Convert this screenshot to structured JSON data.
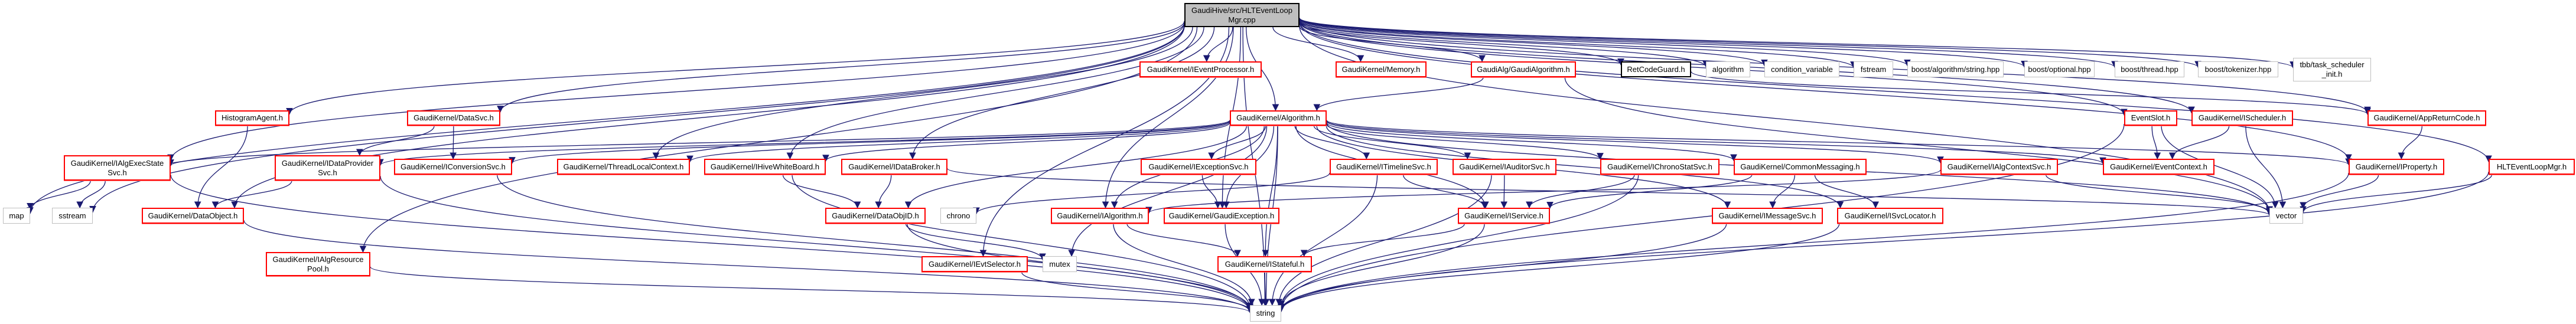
{
  "title": "Include dependency graph for HLTEventLoopMgr.cpp",
  "colors": {
    "edge": "#191970",
    "link_border": "#ff0000",
    "system_border": "#bfbfbf",
    "root_fill": "#bfbfbf"
  },
  "nodes": {
    "root": {
      "label": "GaudiHive/src/HLTEventLoop\nMgr.cpp",
      "kind": "root"
    },
    "IEventProcessor": {
      "label": "GaudiKernel/IEventProcessor.h",
      "kind": "red"
    },
    "Memory": {
      "label": "GaudiKernel/Memory.h",
      "kind": "red"
    },
    "GaudiAlgorithm": {
      "label": "GaudiAlg/GaudiAlgorithm.h",
      "kind": "red"
    },
    "RetCodeGuard": {
      "label": "RetCodeGuard.h",
      "kind": "black"
    },
    "algorithm": {
      "label": "algorithm",
      "kind": "gray"
    },
    "condition_variable": {
      "label": "condition_variable",
      "kind": "gray"
    },
    "fstream": {
      "label": "fstream",
      "kind": "gray"
    },
    "boost_string": {
      "label": "boost/algorithm/string.hpp",
      "kind": "gray"
    },
    "boost_optional": {
      "label": "boost/optional.hpp",
      "kind": "gray"
    },
    "boost_thread": {
      "label": "boost/thread.hpp",
      "kind": "gray"
    },
    "boost_tokenizer": {
      "label": "boost/tokenizer.hpp",
      "kind": "gray"
    },
    "tbb": {
      "label": "tbb/task_scheduler\n_init.h",
      "kind": "gray"
    },
    "HistogramAgent": {
      "label": "HistogramAgent.h",
      "kind": "red"
    },
    "DataSvc": {
      "label": "GaudiKernel/DataSvc.h",
      "kind": "red"
    },
    "Algorithm": {
      "label": "GaudiKernel/Algorithm.h",
      "kind": "red"
    },
    "EventSlot": {
      "label": "EventSlot.h",
      "kind": "red"
    },
    "IScheduler": {
      "label": "GaudiKernel/IScheduler.h",
      "kind": "red"
    },
    "AppReturnCode": {
      "label": "GaudiKernel/AppReturnCode.h",
      "kind": "red"
    },
    "IAlgExecStateSvc": {
      "label": "GaudiKernel/IAlgExecState\nSvc.h",
      "kind": "red"
    },
    "IDataProviderSvc": {
      "label": "GaudiKernel/IDataProvider\nSvc.h",
      "kind": "red"
    },
    "IConversionSvc": {
      "label": "GaudiKernel/IConversionSvc.h",
      "kind": "red"
    },
    "ThreadLocalContext": {
      "label": "GaudiKernel/ThreadLocalContext.h",
      "kind": "red"
    },
    "IHiveWhiteBoard": {
      "label": "GaudiKernel/IHiveWhiteBoard.h",
      "kind": "red"
    },
    "IDataBroker": {
      "label": "GaudiKernel/IDataBroker.h",
      "kind": "red"
    },
    "IExceptionSvc": {
      "label": "GaudiKernel/IExceptionSvc.h",
      "kind": "red"
    },
    "ITimelineSvc": {
      "label": "GaudiKernel/ITimelineSvc.h",
      "kind": "red"
    },
    "IAuditorSvc": {
      "label": "GaudiKernel/IAuditorSvc.h",
      "kind": "red"
    },
    "IChronoStatSvc": {
      "label": "GaudiKernel/IChronoStatSvc.h",
      "kind": "red"
    },
    "CommonMessaging": {
      "label": "GaudiKernel/CommonMessaging.h",
      "kind": "red"
    },
    "IAlgContextSvc": {
      "label": "GaudiKernel/IAlgContextSvc.h",
      "kind": "red"
    },
    "EventContext": {
      "label": "GaudiKernel/EventContext.h",
      "kind": "red"
    },
    "IProperty": {
      "label": "GaudiKernel/IProperty.h",
      "kind": "red"
    },
    "HLTEventLoopMgr": {
      "label": "HLTEventLoopMgr.h",
      "kind": "red"
    },
    "map": {
      "label": "map",
      "kind": "gray"
    },
    "sstream": {
      "label": "sstream",
      "kind": "gray"
    },
    "DataObject": {
      "label": "GaudiKernel/DataObject.h",
      "kind": "red"
    },
    "DataObjID": {
      "label": "GaudiKernel/DataObjID.h",
      "kind": "red"
    },
    "chrono": {
      "label": "chrono",
      "kind": "gray"
    },
    "IAlgorithm": {
      "label": "GaudiKernel/IAlgorithm.h",
      "kind": "red"
    },
    "GaudiException": {
      "label": "GaudiKernel/GaudiException.h",
      "kind": "red"
    },
    "IService": {
      "label": "GaudiKernel/IService.h",
      "kind": "red"
    },
    "IMessageSvc": {
      "label": "GaudiKernel/IMessageSvc.h",
      "kind": "red"
    },
    "ISvcLocator": {
      "label": "GaudiKernel/ISvcLocator.h",
      "kind": "red"
    },
    "vector": {
      "label": "vector",
      "kind": "gray"
    },
    "IAlgResourcePool": {
      "label": "GaudiKernel/IAlgResource\nPool.h",
      "kind": "red"
    },
    "IEvtSelector": {
      "label": "GaudiKernel/IEvtSelector.h",
      "kind": "red"
    },
    "mutex": {
      "label": "mutex",
      "kind": "gray"
    },
    "IStateful": {
      "label": "GaudiKernel/IStateful.h",
      "kind": "red"
    },
    "string": {
      "label": "string",
      "kind": "gray"
    }
  },
  "edges": [
    [
      "root",
      "IAlgExecStateSvc"
    ],
    [
      "root",
      "map"
    ],
    [
      "root",
      "sstream"
    ],
    [
      "root",
      "HistogramAgent"
    ],
    [
      "root",
      "DataObject"
    ],
    [
      "root",
      "DataSvc"
    ],
    [
      "root",
      "IAlgResourcePool"
    ],
    [
      "root",
      "ThreadLocalContext"
    ],
    [
      "root",
      "IHiveWhiteBoard"
    ],
    [
      "root",
      "IDataBroker"
    ],
    [
      "root",
      "IEvtSelector"
    ],
    [
      "root",
      "IAlgorithm"
    ],
    [
      "root",
      "GaudiException"
    ],
    [
      "root",
      "IEventProcessor"
    ],
    [
      "root",
      "Algorithm"
    ],
    [
      "root",
      "Memory"
    ],
    [
      "root",
      "GaudiAlgorithm"
    ],
    [
      "root",
      "RetCodeGuard"
    ],
    [
      "root",
      "algorithm"
    ],
    [
      "root",
      "condition_variable"
    ],
    [
      "root",
      "fstream"
    ],
    [
      "root",
      "boost_string"
    ],
    [
      "root",
      "boost_optional"
    ],
    [
      "root",
      "boost_thread"
    ],
    [
      "root",
      "boost_tokenizer"
    ],
    [
      "root",
      "tbb"
    ],
    [
      "root",
      "EventSlot"
    ],
    [
      "root",
      "IScheduler"
    ],
    [
      "root",
      "AppReturnCode"
    ],
    [
      "root",
      "HLTEventLoopMgr"
    ],
    [
      "root",
      "IProperty"
    ],
    [
      "root",
      "vector"
    ],
    [
      "root",
      "string"
    ],
    [
      "GaudiAlgorithm",
      "Algorithm"
    ],
    [
      "GaudiAlgorithm",
      "vector"
    ],
    [
      "RetCodeGuard",
      "AppReturnCode"
    ],
    [
      "HistogramAgent",
      "DataObject"
    ],
    [
      "DataSvc",
      "IDataProviderSvc"
    ],
    [
      "DataSvc",
      "IConversionSvc"
    ],
    [
      "Algorithm",
      "IAlgExecStateSvc"
    ],
    [
      "Algorithm",
      "IDataProviderSvc"
    ],
    [
      "Algorithm",
      "IConversionSvc"
    ],
    [
      "Algorithm",
      "ThreadLocalContext"
    ],
    [
      "Algorithm",
      "IHiveWhiteBoard"
    ],
    [
      "Algorithm",
      "DataObjID"
    ],
    [
      "Algorithm",
      "IAlgorithm"
    ],
    [
      "Algorithm",
      "GaudiException"
    ],
    [
      "Algorithm",
      "IExceptionSvc"
    ],
    [
      "Algorithm",
      "ITimelineSvc"
    ],
    [
      "Algorithm",
      "IAuditorSvc"
    ],
    [
      "Algorithm",
      "IChronoStatSvc"
    ],
    [
      "Algorithm",
      "CommonMessaging"
    ],
    [
      "Algorithm",
      "IAlgContextSvc"
    ],
    [
      "Algorithm",
      "EventContext"
    ],
    [
      "Algorithm",
      "IProperty"
    ],
    [
      "Algorithm",
      "IService"
    ],
    [
      "Algorithm",
      "IMessageSvc"
    ],
    [
      "Algorithm",
      "ISvcLocator"
    ],
    [
      "Algorithm",
      "IStateful"
    ],
    [
      "Algorithm",
      "string"
    ],
    [
      "Algorithm",
      "mutex"
    ],
    [
      "Algorithm",
      "vector"
    ],
    [
      "IAlgExecStateSvc",
      "map"
    ],
    [
      "IAlgExecStateSvc",
      "sstream"
    ],
    [
      "IAlgExecStateSvc",
      "string"
    ],
    [
      "IDataProviderSvc",
      "DataObject"
    ],
    [
      "IDataProviderSvc",
      "string"
    ],
    [
      "IConversionSvc",
      "string"
    ],
    [
      "DataObject",
      "string"
    ],
    [
      "IAlgResourcePool",
      "string"
    ],
    [
      "IHiveWhiteBoard",
      "DataObjID"
    ],
    [
      "IHiveWhiteBoard",
      "string"
    ],
    [
      "IDataBroker",
      "DataObjID"
    ],
    [
      "IDataBroker",
      "vector"
    ],
    [
      "DataObjID",
      "string"
    ],
    [
      "DataObjID",
      "mutex"
    ],
    [
      "IExceptionSvc",
      "GaudiException"
    ],
    [
      "ITimelineSvc",
      "chrono"
    ],
    [
      "ITimelineSvc",
      "IService"
    ],
    [
      "ITimelineSvc",
      "string"
    ],
    [
      "IAuditorSvc",
      "IService"
    ],
    [
      "IAuditorSvc",
      "string"
    ],
    [
      "IChronoStatSvc",
      "IService"
    ],
    [
      "IChronoStatSvc",
      "string"
    ],
    [
      "CommonMessaging",
      "IMessageSvc"
    ],
    [
      "CommonMessaging",
      "ISvcLocator"
    ],
    [
      "CommonMessaging",
      "IService"
    ],
    [
      "IAlgContextSvc",
      "IAlgorithm"
    ],
    [
      "IAlgContextSvc",
      "vector"
    ],
    [
      "IAlgorithm",
      "IStateful"
    ],
    [
      "IAlgorithm",
      "string"
    ],
    [
      "GaudiException",
      "string"
    ],
    [
      "IService",
      "IStateful"
    ],
    [
      "IService",
      "string"
    ],
    [
      "IStateful",
      "string"
    ],
    [
      "IMessageSvc",
      "string"
    ],
    [
      "ISvcLocator",
      "string"
    ],
    [
      "IEvtSelector",
      "string"
    ],
    [
      "EventSlot",
      "EventContext"
    ],
    [
      "EventSlot",
      "vector"
    ],
    [
      "EventSlot",
      "string"
    ],
    [
      "IScheduler",
      "EventContext"
    ],
    [
      "IScheduler",
      "vector"
    ],
    [
      "AppReturnCode",
      "IProperty"
    ],
    [
      "IProperty",
      "vector"
    ],
    [
      "IProperty",
      "string"
    ],
    [
      "HLTEventLoopMgr",
      "vector"
    ],
    [
      "HLTEventLoopMgr",
      "string"
    ]
  ]
}
